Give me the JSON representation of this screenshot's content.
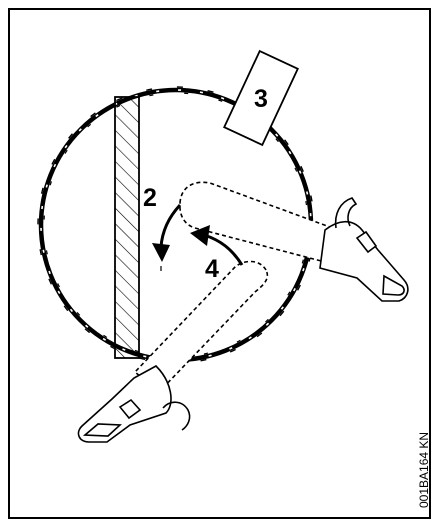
{
  "labels": {
    "step_2": "2",
    "step_3": "3",
    "step_4": "4"
  },
  "figure_code": "001BA164 KN",
  "colors": {
    "line": "#000000",
    "background": "#ffffff"
  }
}
